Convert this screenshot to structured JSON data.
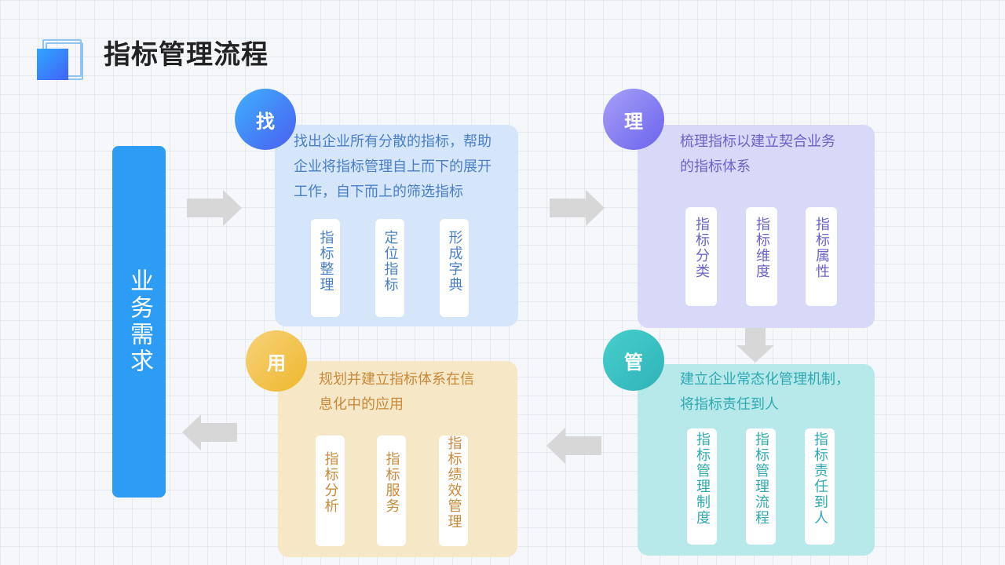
{
  "title": "指标管理流程",
  "business": {
    "label": "业务需求"
  },
  "steps": {
    "find": {
      "badge": "找",
      "desc_lines": [
        "找出企业所有分散的指标，帮助",
        "企业将指标管理自上而下的展开",
        "工作，自下而上的筛选指标"
      ],
      "items": [
        "指标整理",
        "定位指标",
        "形成字典"
      ]
    },
    "organize": {
      "badge": "理",
      "desc_lines": [
        "梳理指标以建立契合业务",
        "的指标体系"
      ],
      "items": [
        "指标分类",
        "指标维度",
        "指标属性"
      ]
    },
    "manage": {
      "badge": "管",
      "desc_lines": [
        "建立企业常态化管理机制，",
        "将指标责任到人"
      ],
      "items": [
        "指标管理制度",
        "指标管理流程",
        "指标责任到人"
      ]
    },
    "use": {
      "badge": "用",
      "desc_lines": [
        "规划并建立指标体系在信",
        "息化中的应用"
      ],
      "items": [
        "指标分析",
        "指标服务",
        "指标绩效管理"
      ]
    }
  },
  "colors": {
    "find_card": "#d5e6fb",
    "find_text": "#4a7fc6",
    "organize_card": "#d8d8f8",
    "organize_text": "#6a63c8",
    "manage_card": "#b7e8ea",
    "manage_text": "#2fa9b2",
    "use_card": "#f6e8c7",
    "use_text": "#c8893a",
    "arrow": "#d7d7d7"
  }
}
